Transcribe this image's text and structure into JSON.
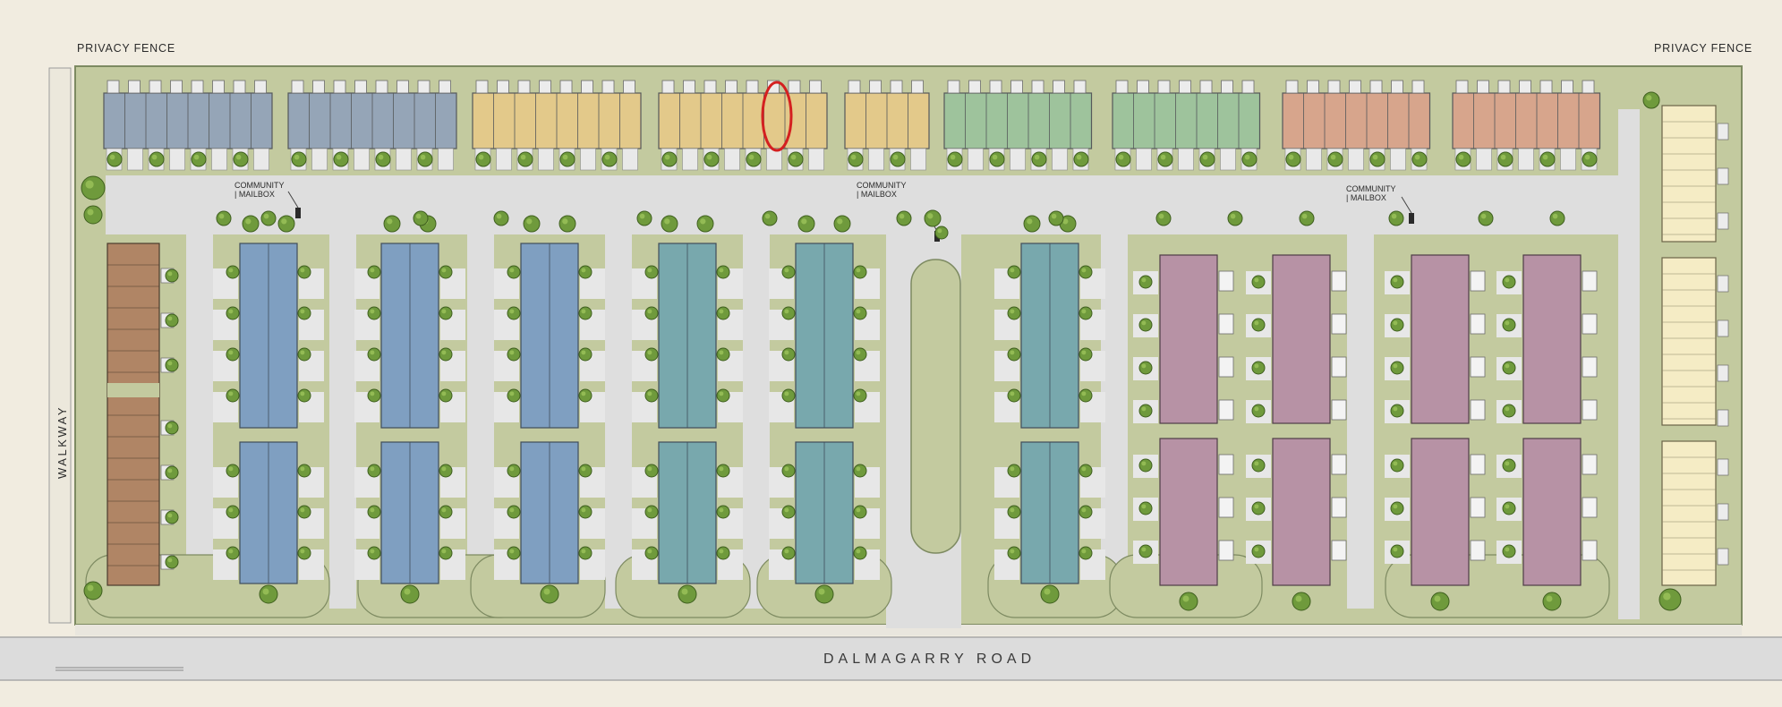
{
  "labels": {
    "fence_left": "PRIVACY FENCE",
    "fence_right": "PRIVACY FENCE",
    "walkway": "WALKWAY",
    "road": "DALMAGARRY ROAD",
    "mailbox_line1": "COMMUNITY",
    "mailbox_line2": "| MAILBOX"
  },
  "colors": {
    "background": "#f1ece0",
    "lawn": "#c3ca9f",
    "pavement": "#dedede",
    "road": "#dcdcdc",
    "tree": "#6f9a3c",
    "highlight": "#d42020",
    "slate_blue": "#95a5b7",
    "tan": "#e3c98a",
    "sage": "#9ec39c",
    "salmon": "#d7a58c",
    "brown": "#b08565",
    "blue": "#7f9fc1",
    "teal": "#78a8ad",
    "mauve": "#b792a5",
    "cream": "#f5ecc5"
  },
  "legend": {
    "highlighted_unit": "tan row, 6th unit (circled in red)"
  }
}
